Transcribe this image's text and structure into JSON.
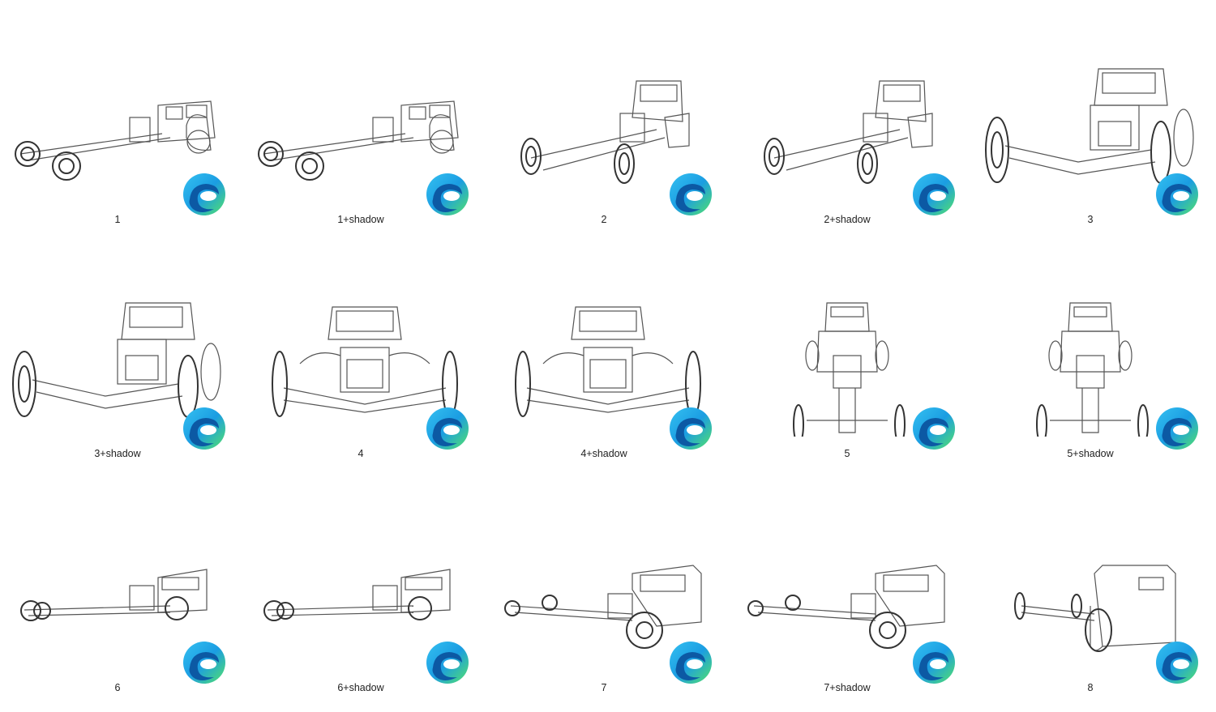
{
  "files": [
    {
      "name": "1",
      "icon": "edge-icon"
    },
    {
      "name": "1+shadow",
      "icon": "edge-icon"
    },
    {
      "name": "2",
      "icon": "edge-icon"
    },
    {
      "name": "2+shadow",
      "icon": "edge-icon"
    },
    {
      "name": "3",
      "icon": "edge-icon"
    },
    {
      "name": "3+shadow",
      "icon": "edge-icon"
    },
    {
      "name": "4",
      "icon": "edge-icon"
    },
    {
      "name": "4+shadow",
      "icon": "edge-icon"
    },
    {
      "name": "5",
      "icon": "edge-icon"
    },
    {
      "name": "5+shadow",
      "icon": "edge-icon"
    },
    {
      "name": "6",
      "icon": "edge-icon"
    },
    {
      "name": "6+shadow",
      "icon": "edge-icon"
    },
    {
      "name": "7",
      "icon": "edge-icon"
    },
    {
      "name": "7+shadow",
      "icon": "edge-icon"
    },
    {
      "name": "8",
      "icon": "edge-icon"
    }
  ]
}
